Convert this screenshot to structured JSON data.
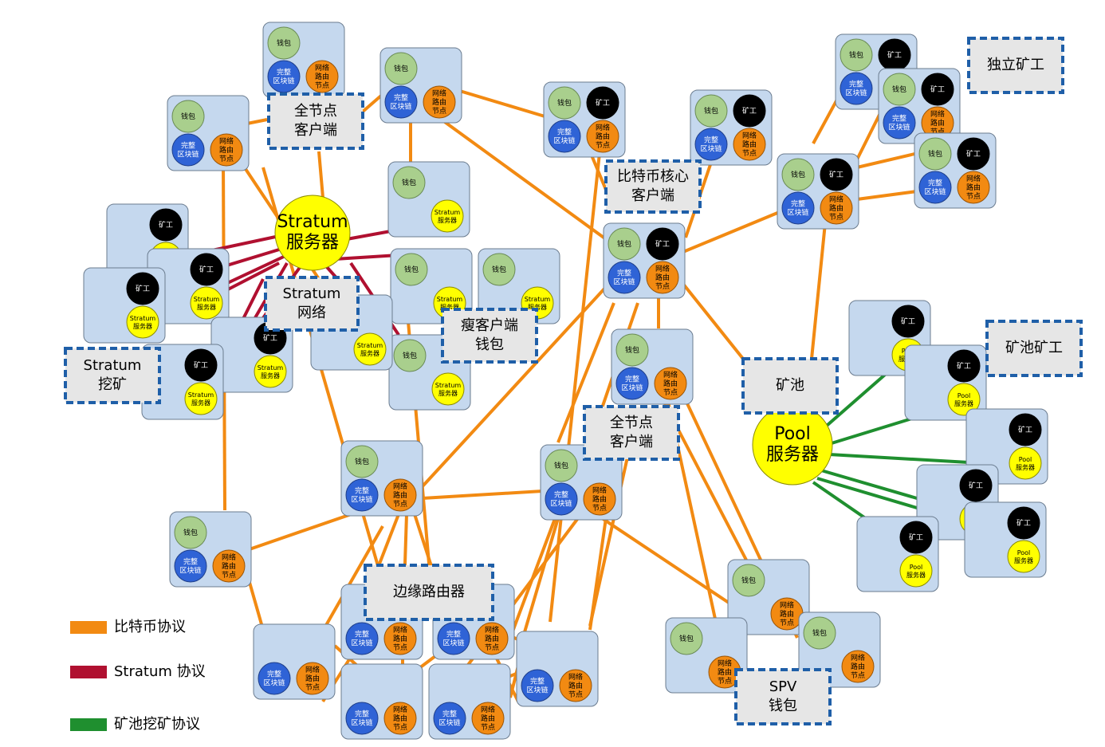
{
  "labels": {
    "wallet": "钱包",
    "miner": "矿工",
    "full_chain": [
      "完整",
      "区块链"
    ],
    "net_route": [
      "网络",
      "路由",
      "节点"
    ],
    "stratum_srv": [
      "Stratum",
      "服务器"
    ],
    "pool_srv": [
      "Pool",
      "服务器"
    ]
  },
  "hubs": {
    "stratum_server": [
      "Stratum",
      "服务器"
    ],
    "pool_server": [
      "Pool",
      "服务器"
    ]
  },
  "tags": {
    "full_node_client_top": [
      "全节点",
      "客户端"
    ],
    "bitcoin_core_client": [
      "比特币核心",
      "客户端"
    ],
    "solo_miner": [
      "独立矿工"
    ],
    "stratum_network": [
      "Stratum",
      "网络"
    ],
    "thin_client_wallet": [
      "瘦客户端",
      "钱包"
    ],
    "stratum_mining": [
      "Stratum",
      "挖矿"
    ],
    "pool": [
      "矿池"
    ],
    "pool_miner": [
      "矿池矿工"
    ],
    "full_node_client_mid": [
      "全节点",
      "客户端"
    ],
    "edge_router": [
      "边缘路由器"
    ],
    "spv_wallet": [
      "SPV",
      "钱包"
    ]
  },
  "legend": [
    {
      "label": "比特币协议",
      "color": "#f28a12"
    },
    {
      "label": "Stratum 协议",
      "color": "#b01030"
    },
    {
      "label": "矿池挖矿协议",
      "color": "#1f8f2f"
    }
  ],
  "colors": {
    "bitcoin": "#f28a12",
    "stratum": "#b01030",
    "pool": "#1f8f2f",
    "node_bg": "#c5d8ee",
    "tag_border": "#1f5fa8"
  }
}
